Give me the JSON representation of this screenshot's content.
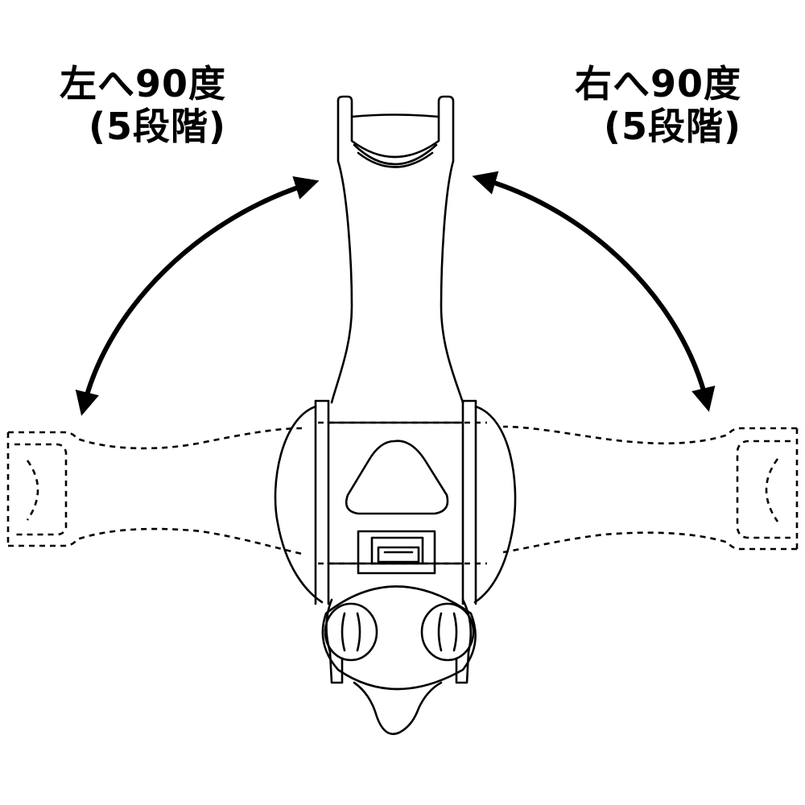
{
  "labels": {
    "left": {
      "line1": "左へ90度",
      "line2": "(5段階)"
    },
    "right": {
      "line1": "右へ90度",
      "line2": "(5段階)"
    }
  },
  "colors": {
    "ink": "#000000",
    "background": "#ffffff"
  }
}
